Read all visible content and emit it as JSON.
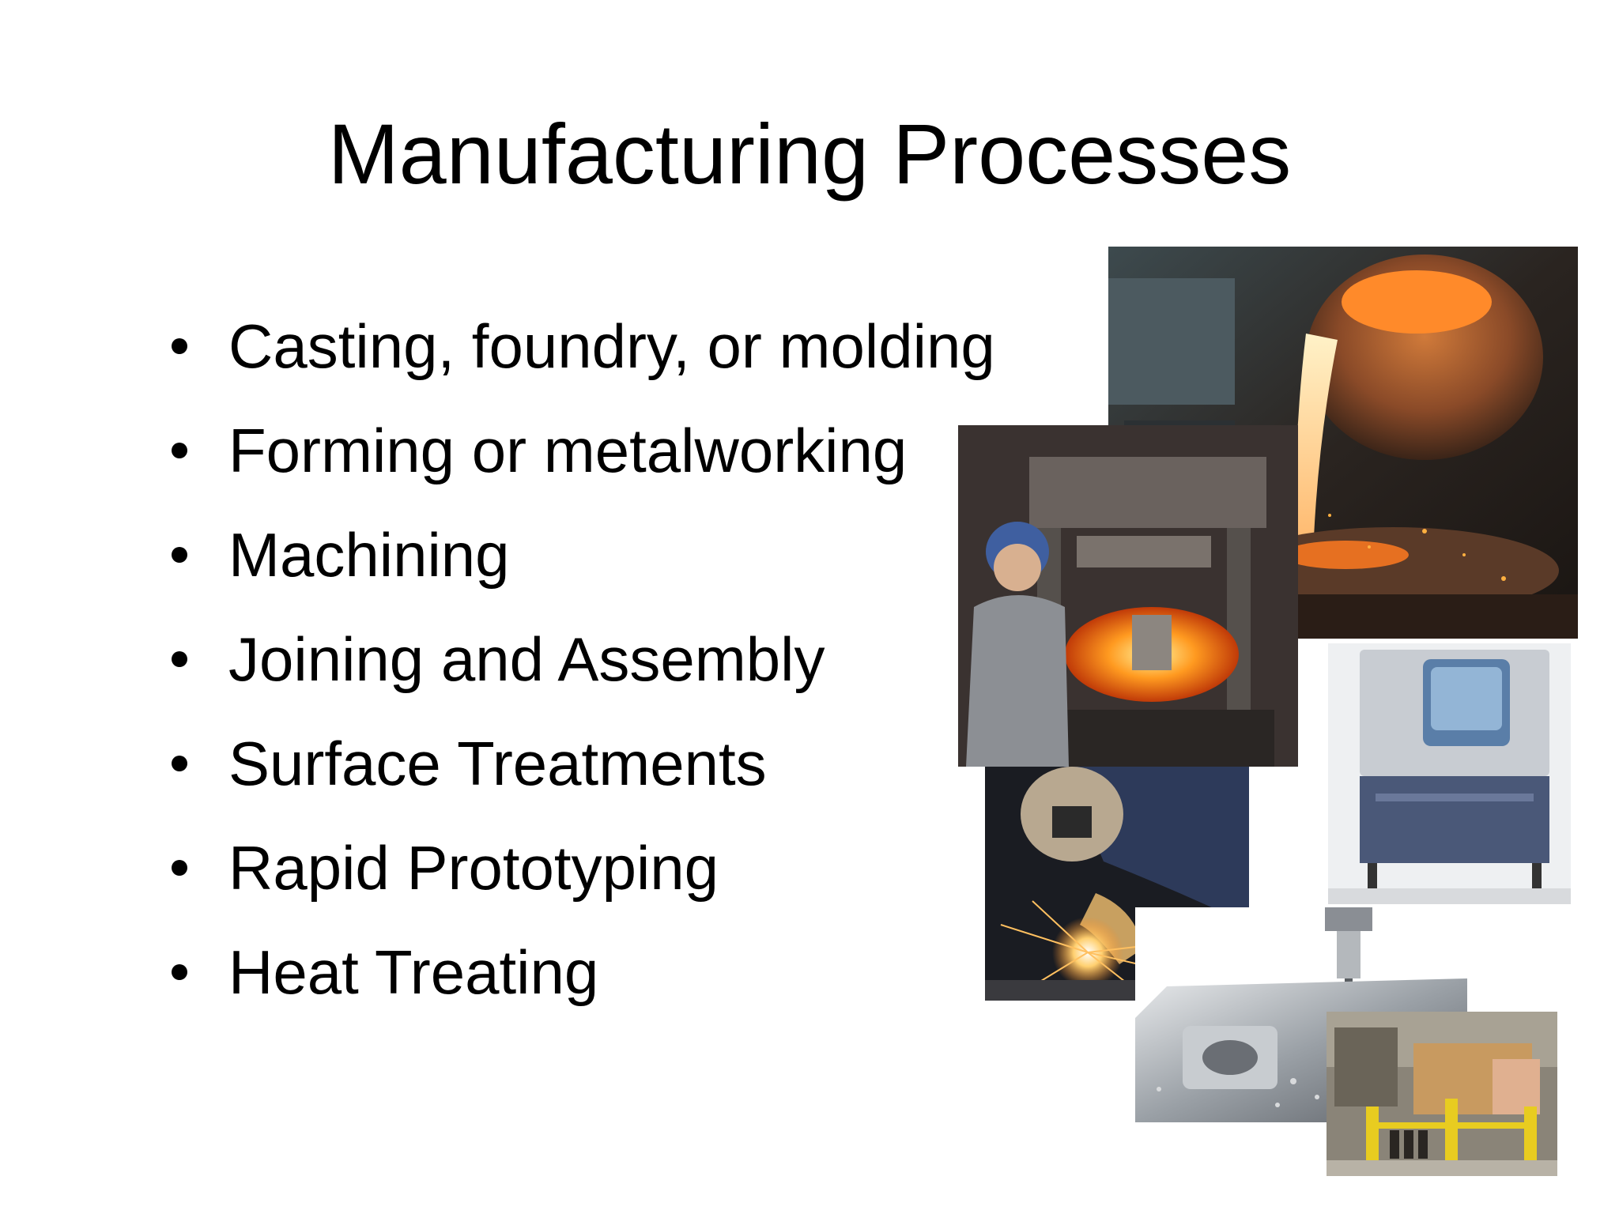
{
  "slide": {
    "title": "Manufacturing Processes",
    "bullets": [
      "Casting, foundry, or molding",
      "Forming or metalworking",
      "Machining",
      "Joining and Assembly",
      "Surface Treatments",
      "Rapid Prototyping",
      "Heat Treating"
    ]
  },
  "photos": [
    {
      "subject": "molten-metal-pouring-photo"
    },
    {
      "subject": "forging-press-photo"
    },
    {
      "subject": "3d-printer-photo"
    },
    {
      "subject": "welding-sparks-photo"
    },
    {
      "subject": "cnc-milling-photo"
    },
    {
      "subject": "heat-treat-furnace-photo"
    }
  ],
  "colors": {
    "text": "#000000",
    "background": "#ffffff"
  }
}
